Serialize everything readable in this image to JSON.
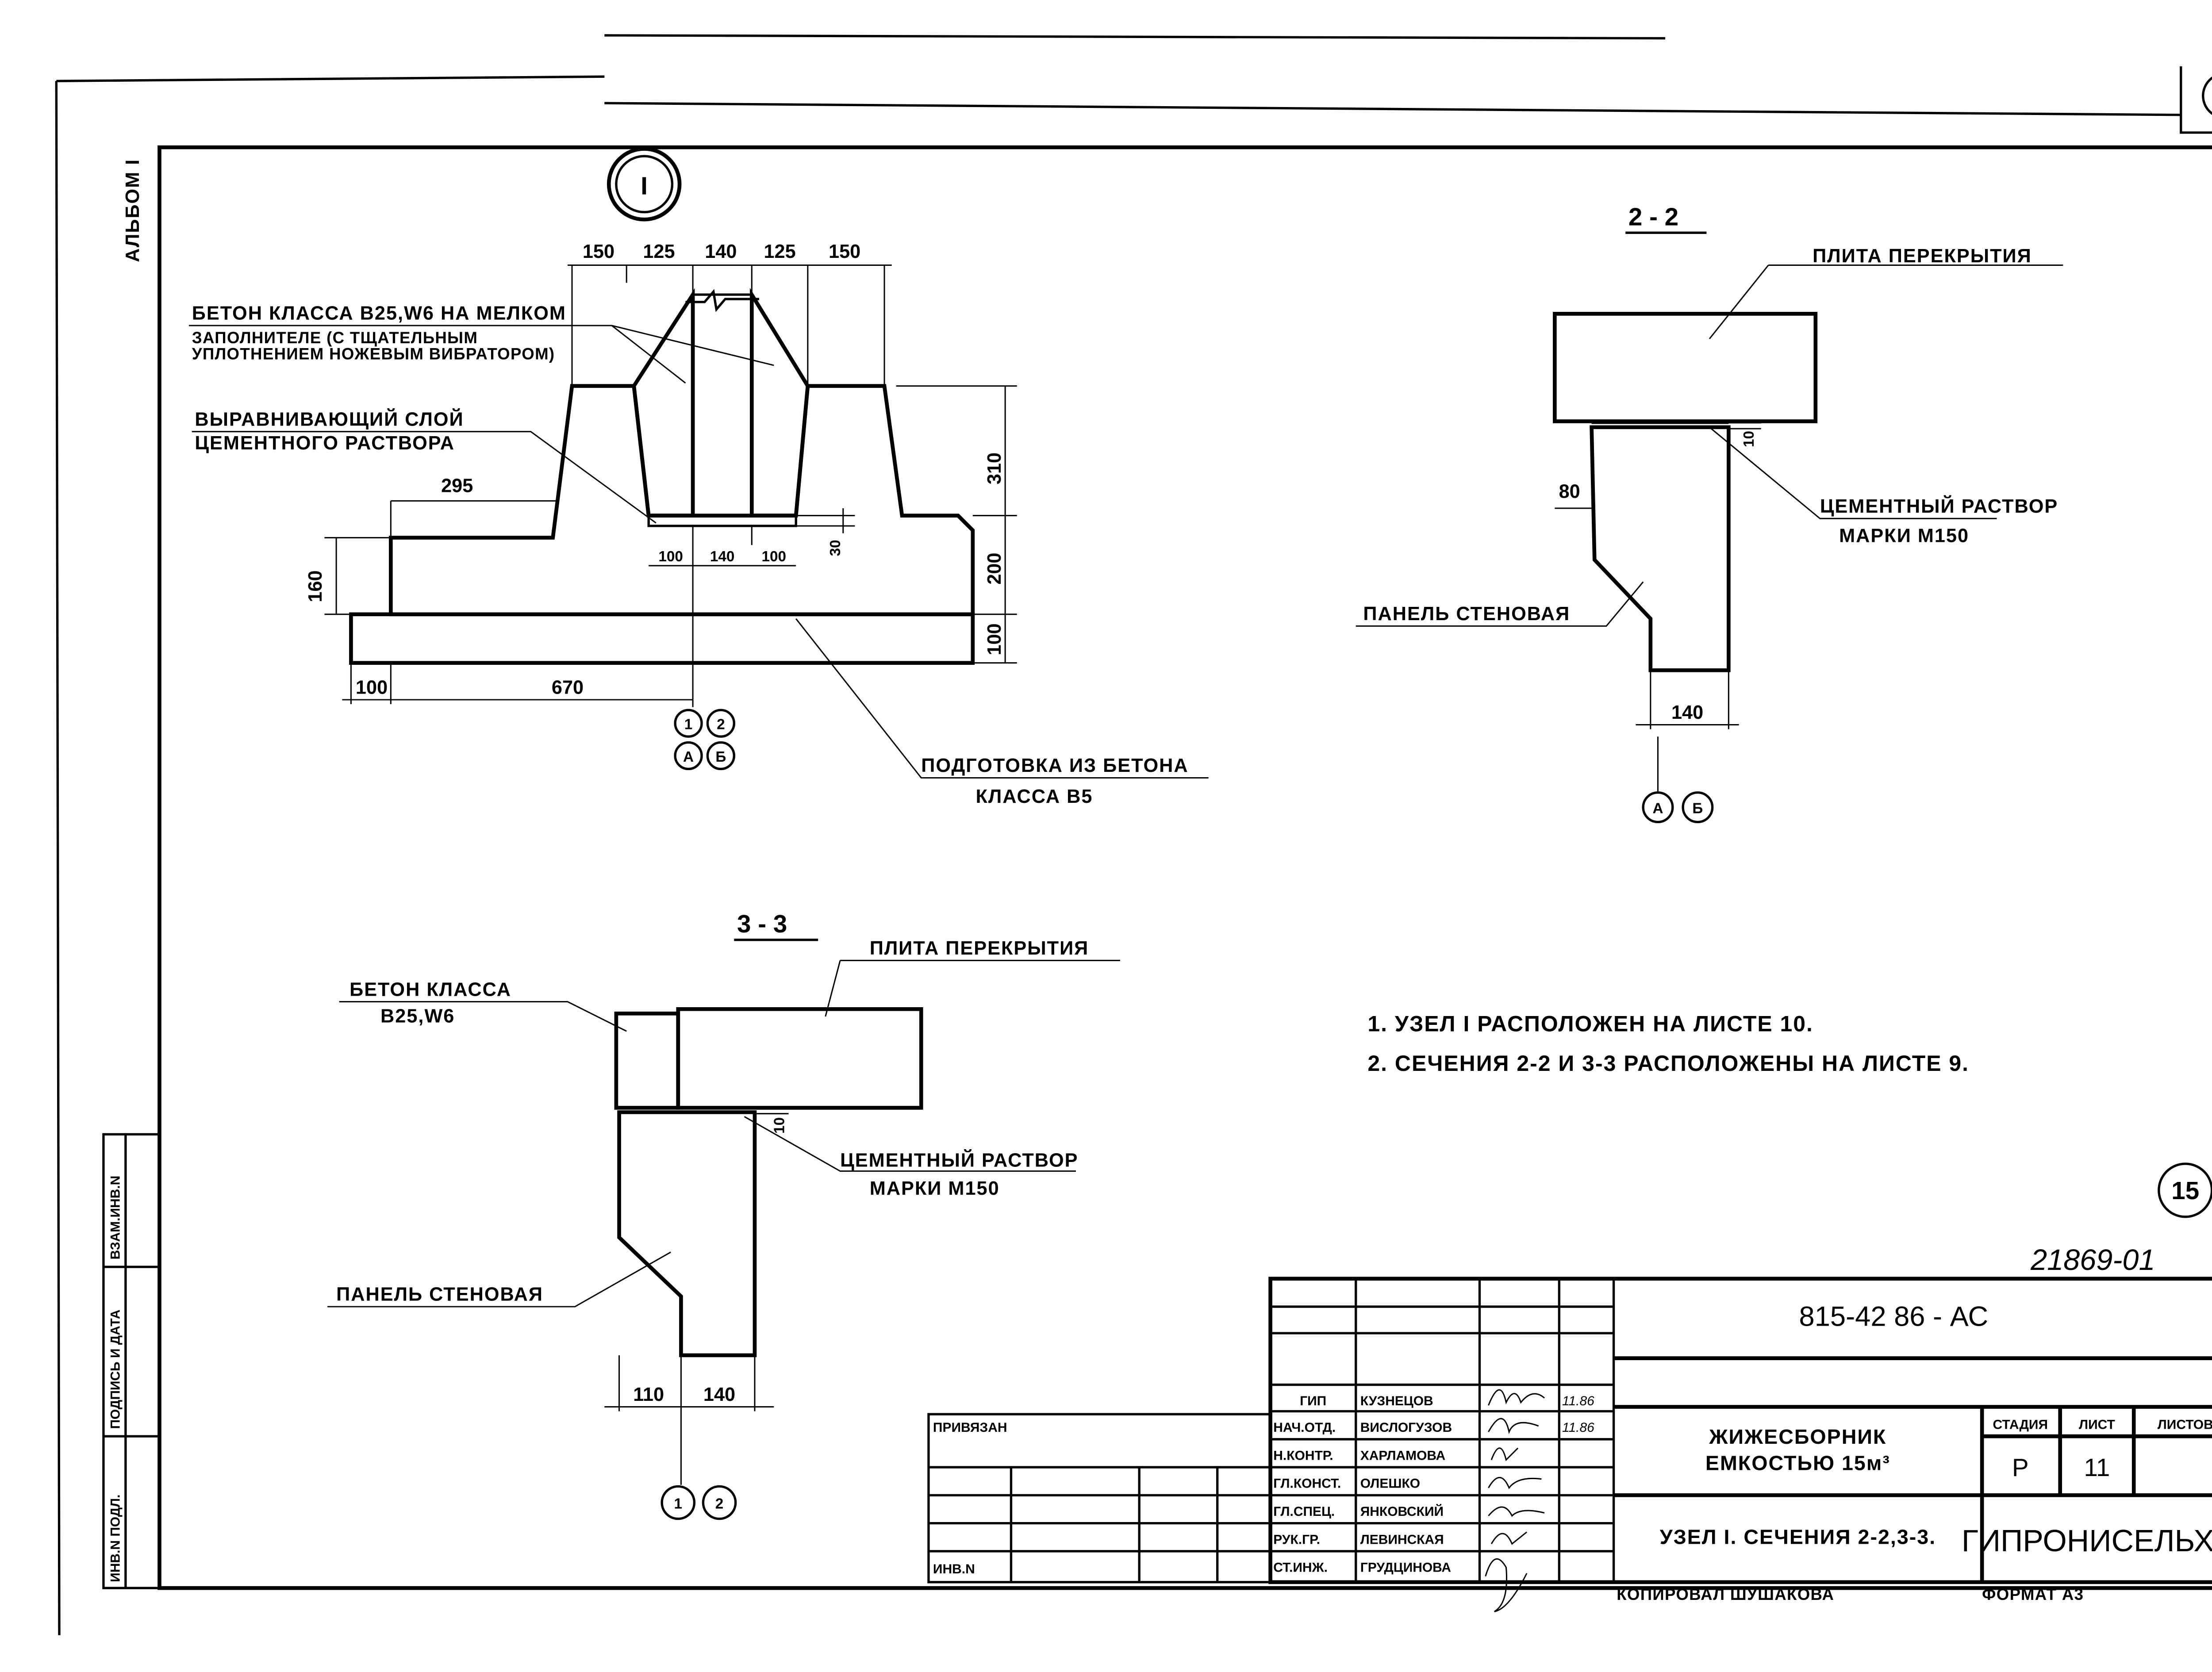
{
  "album_label": "АЛЬБОМ I",
  "sheet_number_circled": "15",
  "node": {
    "marker": "I",
    "dims_top": [
      "150",
      "125",
      "140",
      "125",
      "150"
    ],
    "dims_other": {
      "d295": "295",
      "d160": "160",
      "d310": "310",
      "d200": "200",
      "d100v": "100",
      "d100h": "100",
      "d670": "670",
      "d30": "30",
      "inner": [
        "100",
        "140",
        "100"
      ]
    },
    "label_concrete": [
      "БЕТОН КЛАССА В25,W6 НА МЕЛКОМ",
      "ЗАПОЛНИТЕЛЕ (С ТЩАТЕЛЬНЫМ",
      "УПЛОТНЕНИЕМ НОЖЕВЫМ ВИБРАТОРОМ)"
    ],
    "label_leveling": [
      "ВЫРАВНИВАЮЩИЙ СЛОЙ",
      "ЦЕМЕНТНОГО РАСТВОРА"
    ],
    "label_base": [
      "ПОДГОТОВКА ИЗ БЕТОНА",
      "КЛАССА В5"
    ],
    "axes": [
      "1",
      "2",
      "А",
      "Б"
    ]
  },
  "section_2_2": {
    "title": "2 - 2",
    "label_slab": "ПЛИТА ПЕРЕКРЫТИЯ",
    "label_mortar": [
      "ЦЕМЕНТНЫЙ РАСТВОР",
      "МАРКИ М150"
    ],
    "label_panel": "ПАНЕЛЬ СТЕНОВАЯ",
    "dims": {
      "d80": "80",
      "d10": "10",
      "d140": "140"
    },
    "axes": [
      "А",
      "Б"
    ]
  },
  "section_3_3": {
    "title": "3 - 3",
    "label_concrete": [
      "БЕТОН КЛАССА",
      "В25,W6"
    ],
    "label_slab": "ПЛИТА ПЕРЕКРЫТИЯ",
    "label_mortar": [
      "ЦЕМЕНТНЫЙ РАСТВОР",
      "МАРКИ М150"
    ],
    "label_panel": "ПАНЕЛЬ СТЕНОВАЯ",
    "dims": {
      "d110": "110",
      "d140": "140",
      "d10": "10"
    },
    "axes": [
      "1",
      "2"
    ]
  },
  "notes": [
    "1. УЗЕЛ I РАСПОЛОЖЕН НА ЛИСТЕ 10.",
    "2. СЕЧЕНИЯ 2-2 И 3-3 РАСПОЛОЖЕНЫ НА ЛИСТЕ 9."
  ],
  "inventory_number": "21869-01",
  "side_stamp": [
    "ИНВ.N ПОДЛ.",
    "ПОДПИСЬ И ДАТА",
    "ВЗАМ.ИНВ.N"
  ],
  "title_block": {
    "code": "815-42 86 - АС",
    "project": [
      "ЖИЖЕСБОРНИК",
      "ЕМКОСТЬЮ 15м³"
    ],
    "sheet_title": "УЗЕЛ I. СЕЧЕНИЯ 2-2,3-3.",
    "organization": "ГИПРОНИСЕЛЬХОЗ",
    "headers": {
      "stage": "СТАДИЯ",
      "sheet": "ЛИСТ",
      "sheets": "ЛИСТОВ"
    },
    "values": {
      "stage": "Р",
      "sheet": "11",
      "sheets": ""
    },
    "linked": "ПРИВЯЗАН",
    "inv": "ИНВ.N",
    "staff": [
      {
        "role": "ГИП",
        "name": "КУЗНЕЦОВ",
        "date": "11.86"
      },
      {
        "role": "НАЧ.ОТД.",
        "name": "ВИСЛОГУЗОВ",
        "date": "11.86"
      },
      {
        "role": "Н.КОНТР.",
        "name": "ХАРЛАМОВА",
        "date": ""
      },
      {
        "role": "ГЛ.КОНСТ.",
        "name": "ОЛЕШКО",
        "date": ""
      },
      {
        "role": "ГЛ.СПЕЦ.",
        "name": "ЯНКОВСКИЙ",
        "date": ""
      },
      {
        "role": "РУК.ГР.",
        "name": "ЛЕВИНСКАЯ",
        "date": ""
      },
      {
        "role": "СТ.ИНЖ.",
        "name": "ГРУДЦИНОВА",
        "date": ""
      }
    ],
    "copied": "КОПИРОВАЛ ШУШАКОВА",
    "format": "ФОРМАТ А3"
  }
}
